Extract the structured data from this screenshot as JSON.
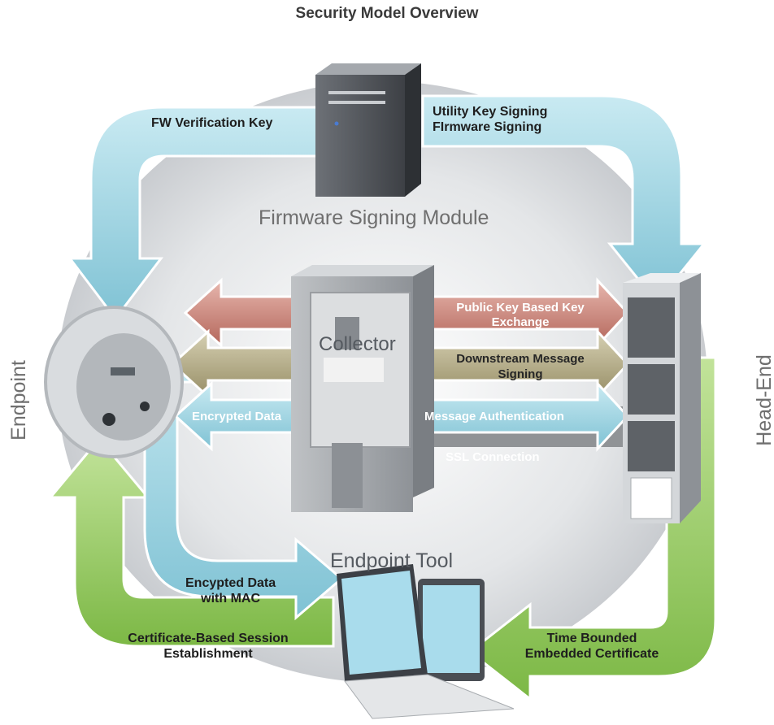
{
  "title": "Security Model Overview",
  "nodes": {
    "fsm": "Firmware Signing Module",
    "collector": "Collector",
    "endpoint": "Endpoint",
    "head_end": "Head-End",
    "endpoint_tool": "Endpoint Tool"
  },
  "labels": {
    "fw_verification_key": "FW Verification Key",
    "utility_signing_1": "Utility Key Signing",
    "utility_signing_2": "FIrmware Signing",
    "public_key_1": "Public Key Based Key",
    "public_key_2": "Exchange",
    "downstream_1": "Downstream Message",
    "downstream_2": "Signing",
    "encrypted_data": "Encrypted Data",
    "message_auth": "Message Authentication",
    "ssl_connection": "SSL Connection",
    "encypted_mac_1": "Encypted Data",
    "encypted_mac_2": "with MAC",
    "cert_session_1": "Certificate-Based Session",
    "cert_session_2": "Establishment",
    "time_bounded_1": "Time Bounded",
    "time_bounded_2": "Embedded Certificate"
  },
  "colors": {
    "blue_arrow": "#9fd3e0",
    "green_arrow": "#9ccf63",
    "red_arrow": "#c9857a",
    "olive_arrow": "#b3ab86",
    "ssl_bar": "#909396"
  }
}
